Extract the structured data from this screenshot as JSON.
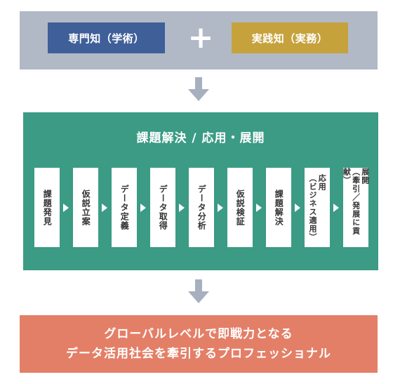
{
  "top": {
    "left_label": "専門知（学術）",
    "plus": "+",
    "right_label": "実践知（実務）"
  },
  "middle": {
    "title": "課題解決 / 応用・展開",
    "steps": [
      "課題発見",
      "仮説立案",
      "データ定義",
      "データ取得",
      "データ分析",
      "仮説検証",
      "課題解決",
      "応用\n（ビジネス適用）",
      "展開\n（牽引／発展に貢献）"
    ]
  },
  "bottom": {
    "line1": "グローバルレベルで即戦力となる",
    "line2": "データ活用社会を牽引するプロフェッショナル"
  },
  "colors": {
    "top_panel": "#b1b9c6",
    "academic_blue": "#3f5f99",
    "practice_gold": "#c6a23d",
    "middle_green": "#3b9b85",
    "bottom_coral": "#e47f67",
    "arrow_gray": "#a6b0bf"
  }
}
